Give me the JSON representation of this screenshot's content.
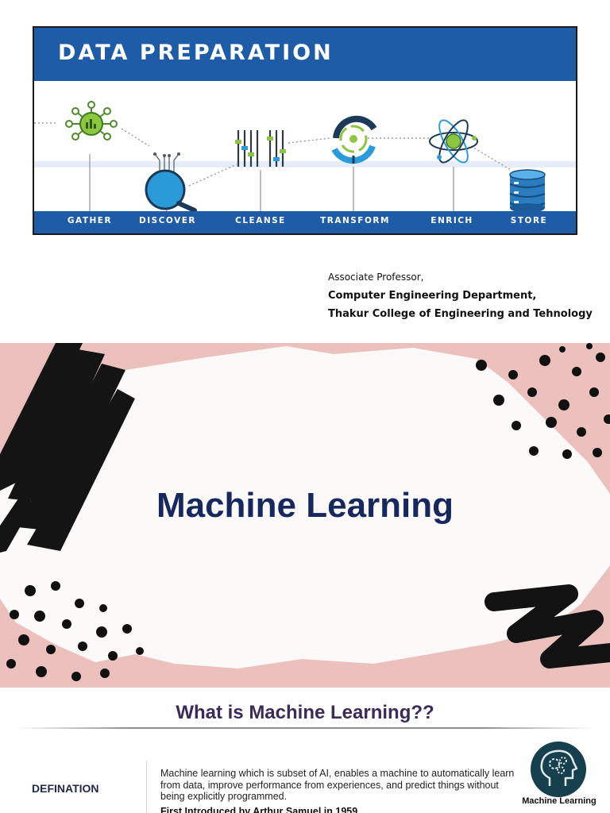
{
  "slide1": {
    "banner_title": "DATA PREPARATION",
    "stages": [
      {
        "label": "GATHER",
        "icon": "gather-icon"
      },
      {
        "label": "DISCOVER",
        "icon": "magnifier-icon"
      },
      {
        "label": "CLEANSE",
        "icon": "sliders-icon"
      },
      {
        "label": "TRANSFORM",
        "icon": "transform-cycle-icon"
      },
      {
        "label": "ENRICH",
        "icon": "atom-icon"
      },
      {
        "label": "STORE",
        "icon": "database-icon"
      }
    ],
    "credits": {
      "role": "Associate Professor,",
      "department": "Computer Engineering Department,",
      "college": "Thakur College of Engineering and Tehnology"
    },
    "colors": {
      "banner_blue": "#1e5ca8",
      "icon_green": "#8cc63f",
      "icon_blue": "#2a9bd8"
    }
  },
  "slide2": {
    "title": "Machine Learning",
    "colors": {
      "background": "#ecc1bd",
      "title": "#17285e"
    }
  },
  "slide3": {
    "title": "What is Machine Learning??",
    "label": "DEFINATION",
    "definition": "Machine learning which is subset of AI, enables a machine to automatically learn from data, improve performance from experiences, and predict things without being explicitly programmed.",
    "introduced": "First Introduced by Arthur Samuel in 1959",
    "badge_label": "Machine Learning",
    "badge_icon": "brain-gears-icon"
  }
}
